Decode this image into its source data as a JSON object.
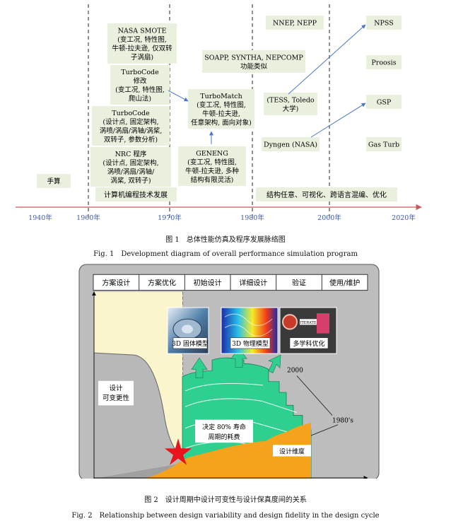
{
  "fig1": {
    "boxes": [
      {
        "id": "nasa-smote",
        "lines": [
          "NASA SMOTE",
          "(变工况, 特性图,",
          "牛顿-拉夫逊, 仅双转",
          "子涡扇)"
        ]
      },
      {
        "id": "turbocode-mod",
        "lines": [
          "TurboCode",
          "修改",
          "(变工况, 特性图,",
          "爬山法)"
        ]
      },
      {
        "id": "turbocode",
        "lines": [
          "TurboCode",
          "(设计点, 固定架构,",
          "涡喷/涡扇/涡轴/涡桨,",
          "双转子, 参数分析)"
        ]
      },
      {
        "id": "nrc",
        "lines": [
          "NRC 程序",
          "(设计点, 固定架构,",
          "涡喷/涡扇/涡轴/",
          "涡桨, 双转子)"
        ]
      },
      {
        "id": "manual",
        "lines": [
          "手算"
        ]
      },
      {
        "id": "turbomatch",
        "lines": [
          "TurboMatch",
          "(变工况, 特性图,",
          "牛顿-拉夫逊,",
          "任意架构, 面向对象)"
        ]
      },
      {
        "id": "geneng",
        "lines": [
          "GENENG",
          "(变工况, 特性图,",
          "牛顿-拉夫逊, 多种",
          "结构有限灵活)"
        ]
      },
      {
        "id": "nnep",
        "lines": [
          "NNEP, NEPP"
        ]
      },
      {
        "id": "soapp",
        "lines": [
          "SOAPP, SYNTHA, NEPCOMP",
          "功能类似"
        ]
      },
      {
        "id": "tess",
        "lines": [
          "(TESS, Toledo",
          "大学)"
        ]
      },
      {
        "id": "dyngen",
        "lines": [
          "Dyngen (NASA)"
        ]
      },
      {
        "id": "npss",
        "lines": [
          "NPSS"
        ]
      },
      {
        "id": "proosis",
        "lines": [
          "Proosis"
        ]
      },
      {
        "id": "gsp",
        "lines": [
          "GSP"
        ]
      },
      {
        "id": "gasturb",
        "lines": [
          "Gas Turb"
        ]
      }
    ],
    "banner_left": "计算机编程技术发展",
    "banner_right": "结构任意、可视化、跨语言混编、优化",
    "years": [
      "1940年",
      "1960年",
      "1970年",
      "1980年",
      "2000年",
      "2020年"
    ],
    "caption_cn": "图 1　总体性能仿真及程序发展脉络图",
    "caption_en": "Fig. 1　Development diagram of overall performance simulation program"
  },
  "fig2": {
    "phases": [
      "方案设计",
      "方案优化",
      "初始设计",
      "详细设计",
      "验证",
      "使用/维护"
    ],
    "img_labels": [
      "3D 固体模型",
      "3D 物理模型",
      "多学科优化"
    ],
    "iterate_label": "ITERATE",
    "variability_label": [
      "设计",
      "可变更性"
    ],
    "cost_label": [
      "决定 80% 寿命",
      "周期的耗费"
    ],
    "label_2000": "2000",
    "label_1980s": "1980's",
    "fidelity_label": "设计维度",
    "caption_cn": "图 2　设计周期中设计可变性与设计保真度间的关系",
    "caption_en": "Fig. 2　Relationship between design variability and design fidelity in the design cycle"
  },
  "colors": {
    "box_fill": "#e9f0de",
    "axis": "#c85a5a",
    "year": "#3a5aa8",
    "arrow": "#4a78c8",
    "yellow": "#fbf5cd",
    "green": "#2fcf8f",
    "orange": "#f5a21c",
    "red": "#e8141e"
  }
}
